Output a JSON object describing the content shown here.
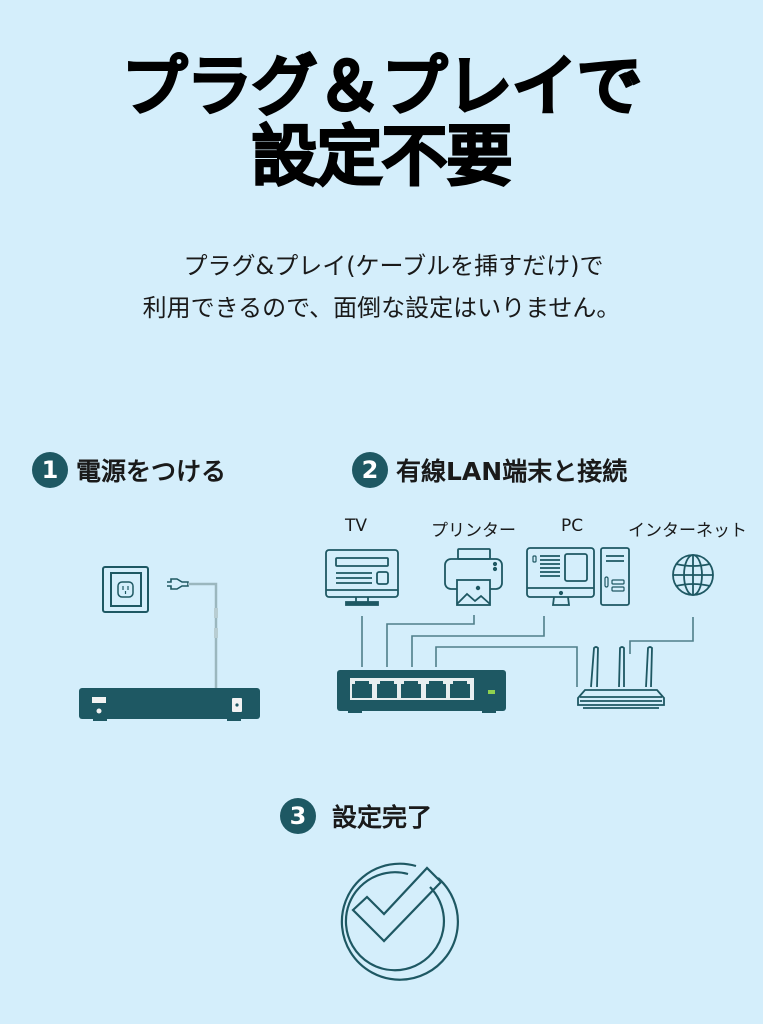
{
  "header": {
    "title_line1": "プラグ＆プレイで",
    "title_line2": "設定不要"
  },
  "description": {
    "line1": "プラグ&プレイ(ケーブルを挿すだけ)で",
    "line2": "利用できるので、面倒な設定はいりません。"
  },
  "steps": [
    {
      "number": "1",
      "label": "電源をつける",
      "icon": "power-outlet-switch-icon"
    },
    {
      "number": "2",
      "label": "有線LAN端末と接続",
      "icon": "network-diagram-icon"
    },
    {
      "number": "3",
      "label": "設定完了",
      "icon": "check-circle-icon"
    }
  ],
  "devices": [
    {
      "label": "TV",
      "icon": "tv-icon"
    },
    {
      "label": "プリンター",
      "icon": "printer-icon"
    },
    {
      "label": "PC",
      "icon": "desktop-pc-icon"
    },
    {
      "label": "インターネット",
      "icon": "globe-icon"
    }
  ],
  "colors": {
    "background": "#d4eefb",
    "accent": "#1e5863",
    "cable": "#5a8a94",
    "led": "#8fd14f"
  }
}
